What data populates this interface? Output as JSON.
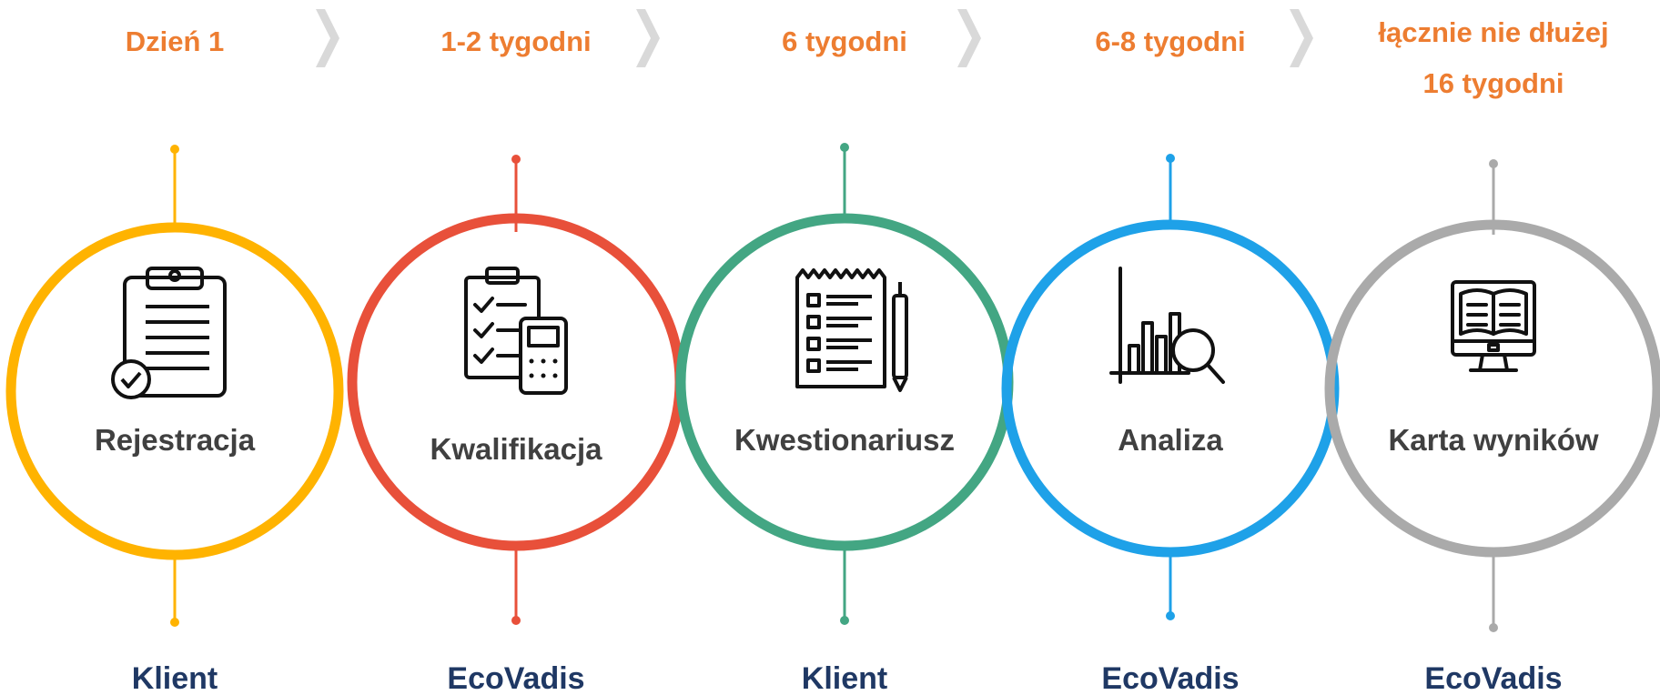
{
  "colors": {
    "duration_text": "#ED7D31",
    "step_text": "#404040",
    "owner_text": "#1F3864",
    "chevron": "#D9D9D9"
  },
  "steps": [
    {
      "duration": [
        "Dzień 1"
      ],
      "name": "Rejestracja",
      "owner": "Klient",
      "color": "#FFB300",
      "icon": "clipboard-check-icon"
    },
    {
      "duration": [
        "1-2 tygodni"
      ],
      "name": "Kwalifikacja",
      "owner": "EcoVadis",
      "color": "#E8503A",
      "icon": "checklist-calculator-icon"
    },
    {
      "duration": [
        "6 tygodni"
      ],
      "name": "Kwestionariusz",
      "owner": "Klient",
      "color": "#43A683",
      "icon": "questionnaire-pen-icon"
    },
    {
      "duration": [
        "6-8 tygodni"
      ],
      "name": "Analiza",
      "owner": "EcoVadis",
      "color": "#1EA1E8",
      "icon": "chart-magnifier-icon"
    },
    {
      "duration": [
        "łącznie nie dłużej",
        "16 tygodni"
      ],
      "name": "Karta wyników",
      "owner": "EcoVadis",
      "color": "#AAAAAA",
      "icon": "monitor-book-icon"
    }
  ]
}
